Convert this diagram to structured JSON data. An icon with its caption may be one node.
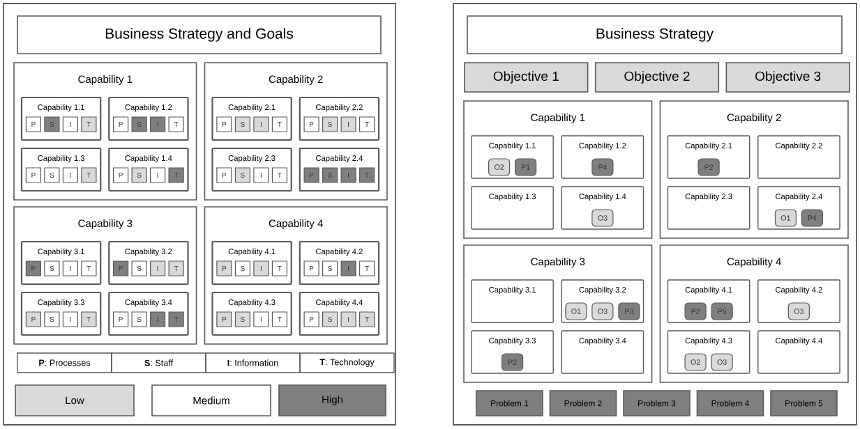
{
  "diagram": {
    "nodes": [
      {
        "text": [],
        "shape": "box"
      },
      {
        "text": [
          "Business Strategy and Goals"
        ],
        "in": 0
      },
      {
        "text": [
          "Capability 1"
        ],
        "in": 0
      },
      {
        "text": [
          "Capability 1.1"
        ],
        "in": 2
      },
      {
        "text": [
          "P"
        ],
        "in": 3
      },
      {
        "text": [
          "S"
        ],
        "in": 3
      },
      {
        "text": [
          "I"
        ],
        "in": 3
      },
      {
        "text": [
          "T"
        ],
        "in": 3
      },
      {
        "text": [
          "Capability 1.2"
        ],
        "in": 2
      },
      {
        "text": [
          "P"
        ],
        "in": 8
      },
      {
        "text": [
          "S"
        ],
        "in": 8
      },
      {
        "text": [
          "I"
        ],
        "in": 8
      },
      {
        "text": [
          "T"
        ],
        "in": 8
      },
      {
        "text": [
          "Capability 1.3"
        ],
        "in": 2
      },
      {
        "text": [
          "P"
        ],
        "in": 13
      },
      {
        "text": [
          "S"
        ],
        "in": 13
      },
      {
        "text": [
          "I"
        ],
        "in": 13
      },
      {
        "text": [
          "T"
        ],
        "in": 13
      },
      {
        "text": [
          "Capability 1.4"
        ],
        "in": 2
      },
      {
        "text": [
          "P"
        ],
        "in": 18
      },
      {
        "text": [
          "S"
        ],
        "in": 18
      },
      {
        "text": [
          "I"
        ],
        "in": 18
      },
      {
        "text": [
          "T"
        ],
        "in": 18
      },
      {
        "text": [
          "Capability 2"
        ],
        "in": 0
      },
      {
        "text": [
          "Capability 2.1"
        ],
        "in": 23
      },
      {
        "text": [
          "P"
        ],
        "in": 24
      },
      {
        "text": [
          "S"
        ],
        "in": 24
      },
      {
        "text": [
          "I"
        ],
        "in": 24
      },
      {
        "text": [
          "T"
        ],
        "in": 24
      },
      {
        "text": [
          "Capability 2.2"
        ],
        "in": 23
      },
      {
        "text": [
          "P"
        ],
        "in": 29
      },
      {
        "text": [
          "S"
        ],
        "in": 29
      },
      {
        "text": [
          "I"
        ],
        "in": 29
      },
      {
        "text": [
          "T"
        ],
        "in": 29
      },
      {
        "text": [
          "Capability 2.3"
        ],
        "in": 23
      },
      {
        "text": [
          "P"
        ],
        "in": 34
      },
      {
        "text": [
          "S"
        ],
        "in": 34
      },
      {
        "text": [
          "I"
        ],
        "in": 34
      },
      {
        "text": [
          "T"
        ],
        "in": 34
      },
      {
        "text": [
          "Capability 2.4"
        ],
        "in": 23
      },
      {
        "text": [
          "P"
        ],
        "in": 39
      },
      {
        "text": [
          "S"
        ],
        "in": 39
      },
      {
        "text": [
          "I"
        ],
        "in": 39
      },
      {
        "text": [
          "T"
        ],
        "in": 39
      },
      {
        "text": [
          "Capability 3"
        ],
        "in": 0
      },
      {
        "text": [
          "Capability 3.1"
        ],
        "in": 44
      },
      {
        "text": [
          "P"
        ],
        "in": 45
      },
      {
        "text": [
          "S"
        ],
        "in": 45
      },
      {
        "text": [
          "I"
        ],
        "in": 45
      },
      {
        "text": [
          "T"
        ],
        "in": 45
      },
      {
        "text": [
          "Capability 3.2"
        ],
        "in": 44
      },
      {
        "text": [
          "P"
        ],
        "in": 50
      },
      {
        "text": [
          "S"
        ],
        "in": 50
      },
      {
        "text": [
          "I"
        ],
        "in": 50
      },
      {
        "text": [
          "T"
        ],
        "in": 50
      },
      {
        "text": [
          "Capability 3.3"
        ],
        "in": 44
      },
      {
        "text": [
          "P"
        ],
        "in": 55
      },
      {
        "text": [
          "S"
        ],
        "in": 55
      },
      {
        "text": [
          "I"
        ],
        "in": 55
      },
      {
        "text": [
          "T"
        ],
        "in": 55
      },
      {
        "text": [
          "Capability 3.4"
        ],
        "in": 44
      },
      {
        "text": [
          "P"
        ],
        "in": 60
      },
      {
        "text": [
          "S"
        ],
        "in": 60
      },
      {
        "text": [
          "I"
        ],
        "in": 60
      },
      {
        "text": [
          "T"
        ],
        "in": 60
      },
      {
        "text": [
          "Capability 4"
        ],
        "in": 0
      },
      {
        "text": [
          "Capability 4.1"
        ],
        "in": 65
      },
      {
        "text": [
          "P"
        ],
        "in": 66
      },
      {
        "text": [
          "S"
        ],
        "in": 66
      },
      {
        "text": [
          "I"
        ],
        "in": 66
      },
      {
        "text": [
          "T"
        ],
        "in": 66
      },
      {
        "text": [
          "Capability 4.2"
        ],
        "in": 65
      },
      {
        "text": [
          "P"
        ],
        "in": 71
      },
      {
        "text": [
          "S"
        ],
        "in": 71
      },
      {
        "text": [
          "I"
        ],
        "in": 71
      },
      {
        "text": [
          "T"
        ],
        "in": 71
      },
      {
        "text": [
          "Capability 4.3"
        ],
        "in": 65
      },
      {
        "text": [
          "P"
        ],
        "in": 76
      },
      {
        "text": [
          "S"
        ],
        "in": 76
      },
      {
        "text": [
          "I"
        ],
        "in": 76
      },
      {
        "text": [
          "T"
        ],
        "in": 76
      },
      {
        "text": [
          "Capability 4.4"
        ],
        "in": 65
      },
      {
        "text": [
          "P"
        ],
        "in": 81
      },
      {
        "text": [
          "S"
        ],
        "in": 81
      },
      {
        "text": [
          "I"
        ],
        "in": 81
      },
      {
        "text": [
          "T"
        ],
        "in": 81
      },
      {
        "text": [],
        "shape": "box"
      },
      {
        "text": [
          "Business Strategy"
        ],
        "in": 86
      },
      {
        "text": [
          "Objective 1"
        ],
        "in": 86
      },
      {
        "text": [
          "Objective 2"
        ],
        "in": 86
      },
      {
        "text": [
          "Objective 3"
        ],
        "in": 86
      },
      {
        "text": [
          "Capability 1"
        ],
        "in": 86
      },
      {
        "text": [
          "Capability 1.1"
        ],
        "in": 91
      },
      {
        "text": [
          "O2"
        ],
        "in": 92
      },
      {
        "text": [
          "P1"
        ],
        "in": 92
      },
      {
        "text": [
          "Capability 1.2"
        ],
        "in": 91
      },
      {
        "text": [
          "P4"
        ],
        "in": 95
      },
      {
        "text": [
          "Capability 1.3"
        ],
        "in": 91
      },
      {
        "text": [
          "Capability 1.4"
        ],
        "in": 91
      },
      {
        "text": [
          "O3"
        ],
        "in": 98
      },
      {
        "text": [
          "Capability 2"
        ],
        "in": 86
      },
      {
        "text": [
          "Capability 2.1"
        ],
        "in": 100
      },
      {
        "text": [
          "P2"
        ],
        "in": 101
      },
      {
        "text": [
          "Capability 2.2"
        ],
        "in": 100
      },
      {
        "text": [
          "Capability 2.3"
        ],
        "in": 100
      },
      {
        "text": [
          "Capability 2.4"
        ],
        "in": 100
      },
      {
        "text": [
          "O1"
        ],
        "in": 105
      },
      {
        "text": [
          "P4"
        ],
        "in": 105
      },
      {
        "text": [
          "Capability 3"
        ],
        "in": 86
      },
      {
        "text": [
          "Capability 3.1"
        ],
        "in": 108
      },
      {
        "text": [
          "Capability 3.2"
        ],
        "in": 108
      },
      {
        "text": [
          "O1"
        ],
        "in": 110
      },
      {
        "text": [
          "O3"
        ],
        "in": 110
      },
      {
        "text": [
          "P3"
        ],
        "in": 110
      },
      {
        "text": [
          "Capability 3.3"
        ],
        "in": 108
      },
      {
        "text": [
          "P2"
        ],
        "in": 114
      },
      {
        "text": [
          "Capability 3.4"
        ],
        "in": 108
      },
      {
        "text": [
          "Capability 4"
        ],
        "in": 86
      },
      {
        "text": [
          "Capability 4.1"
        ],
        "in": 117
      },
      {
        "text": [
          "P2"
        ],
        "in": 118
      },
      {
        "text": [
          "P5"
        ],
        "in": 118
      },
      {
        "text": [
          "Capability 4.2"
        ],
        "in": 117
      },
      {
        "text": [
          "O3"
        ],
        "in": 121
      },
      {
        "text": [
          "Capability 4.3"
        ],
        "in": 117
      },
      {
        "text": [
          "O2"
        ],
        "in": 123
      },
      {
        "text": [
          "O3"
        ],
        "in": 123
      },
      {
        "text": [
          "Capability 4.4"
        ],
        "in": 117
      },
      {
        "text": [
          "Problem 1"
        ],
        "in": 86
      },
      {
        "text": [
          "Problem 2"
        ],
        "in": 86
      },
      {
        "text": [
          "Problem 3"
        ],
        "in": 86
      },
      {
        "text": [
          "Problem 4"
        ],
        "in": 86
      },
      {
        "text": [
          "Problem 5"
        ],
        "in": 86
      }
    ],
    "labels": [
      "**P**: Processes",
      "**S**: Staff",
      "**I**: Information",
      "**T**: Technology"
    ],
    "legend": [
      {
        "text": "Low",
        "color": "#d9d9d9"
      },
      {
        "text": "Medium"
      },
      {
        "text": "High",
        "color": "#7f7f7f"
      }
    ]
  }
}
